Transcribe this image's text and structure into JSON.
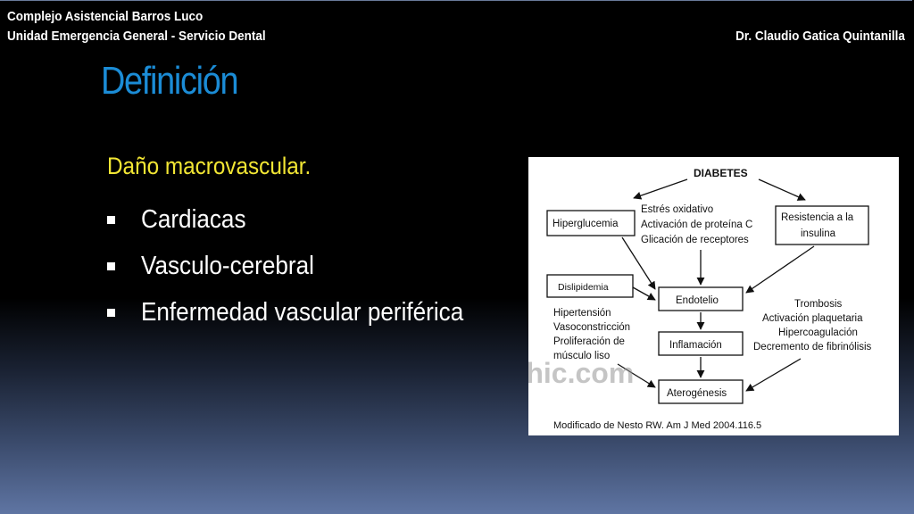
{
  "header": {
    "institution": "Complejo Asistencial Barros Luco",
    "unit": "Unidad Emergencia General - Servicio Dental",
    "author": "Dr. Claudio Gatica Quintanilla"
  },
  "title": "Definición",
  "subtitle": "Daño macrovascular.",
  "bullets": [
    "Cardiacas",
    "Vasculo-cerebral",
    "Enfermedad vascular periférica"
  ],
  "diagram": {
    "diabetes": "DIABETES",
    "stress_lines": [
      "Estrés oxidativo",
      "Activación de proteína C",
      "Glicación de receptores"
    ],
    "hiperglucemia": "Hiperglucemia",
    "resistencia": [
      "Resistencia a la",
      "insulina"
    ],
    "dislipidemia": "Dislipidemia",
    "endotelio": "Endotelio",
    "left_effects": [
      "Hipertensión",
      "Vasoconstricción",
      "Proliferación de",
      "músculo liso"
    ],
    "right_effects": [
      "Trombosis",
      "Activación plaquetaria",
      "Hipercoagulación",
      "Decremento de fibrinólisis"
    ],
    "inflamacion": "Inflamación",
    "aterogenesis": "Aterogénesis",
    "citation": "Modificado de Nesto RW. Am J Med 2004.116.5"
  },
  "watermark": "aphic.com"
}
